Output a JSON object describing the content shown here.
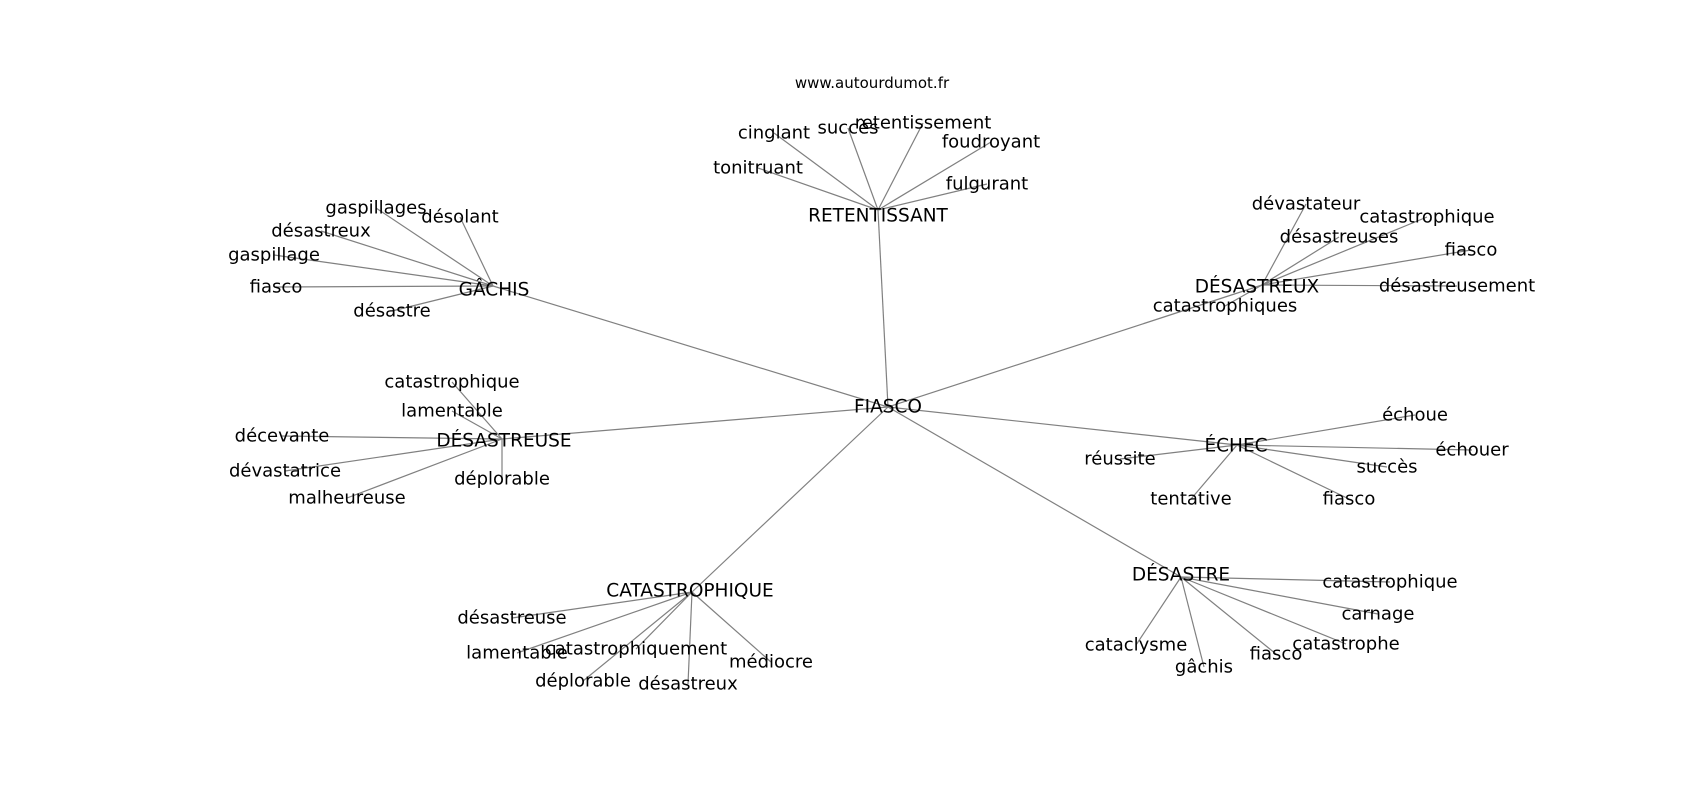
{
  "source": "www.autourdumot.fr",
  "center": "FIASCO",
  "hubs": [
    {
      "id": "retentissant",
      "label": "RETENTISSANT",
      "words": [
        "cinglant",
        "succès",
        "retentissement",
        "foudroyant",
        "tonitruant",
        "fulgurant"
      ]
    },
    {
      "id": "gachis",
      "label": "GÂCHIS",
      "words": [
        "gaspillages",
        "désolant",
        "désastreux",
        "gaspillage",
        "fiasco",
        "désastre"
      ]
    },
    {
      "id": "desastreux",
      "label": "DÉSASTREUX",
      "words": [
        "dévastateur",
        "catastrophique",
        "désastreuses",
        "fiasco",
        "désastreusement",
        "catastrophiques"
      ]
    },
    {
      "id": "desastreuse",
      "label": "DÉSASTREUSE",
      "words": [
        "catastrophique",
        "lamentable",
        "décevante",
        "dévastatrice",
        "malheureuse",
        "déplorable"
      ]
    },
    {
      "id": "echec",
      "label": "ÉCHEC",
      "words": [
        "échoue",
        "échouer",
        "succès",
        "réussite",
        "tentative",
        "fiasco"
      ]
    },
    {
      "id": "catastrophique",
      "label": "CATASTROPHIQUE",
      "words": [
        "désastreuse",
        "lamentable",
        "catastrophiquement",
        "médiocre",
        "déplorable",
        "désastreux"
      ]
    },
    {
      "id": "desastre",
      "label": "DÉSASTRE",
      "words": [
        "catastrophique",
        "carnage",
        "catastrophe",
        "cataclysme",
        "fiasco",
        "gâchis"
      ]
    }
  ]
}
